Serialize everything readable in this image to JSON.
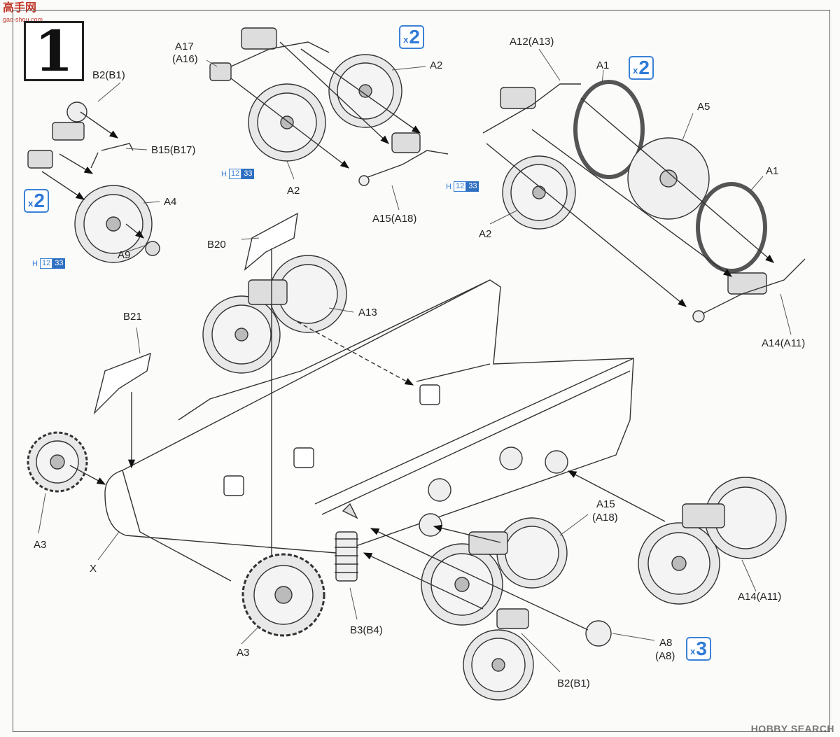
{
  "watermark_top": {
    "brand": "高手网",
    "url": "gao-shou.com"
  },
  "watermark_bottom": "HOBBY SEARCH",
  "step_number": "1",
  "labels": {
    "b2_b1_top": "B2(B1)",
    "b15_b17": "B15(B17)",
    "a4": "A4",
    "a9": "A9",
    "a17": "A17",
    "a16": "(A16)",
    "a2_a": "A2",
    "a2_b": "A2",
    "a15_a18_top": "A15(A18)",
    "a12_a13": "A12(A13)",
    "a1_a": "A1",
    "a5": "A5",
    "a1_b": "A1",
    "a2_c": "A2",
    "a14_a11_top": "A14(A11)",
    "b20": "B20",
    "a13": "A13",
    "b21": "B21",
    "a3_left": "A3",
    "x": "X",
    "a3_bottom": "A3",
    "b3_b4": "B3(B4)",
    "a15": "A15",
    "a18": "(A18)",
    "a14_a11_bottom": "A14(A11)",
    "a8": "A8",
    "a8_paren": "(A8)",
    "b2_b1_bottom": "B2(B1)"
  },
  "multipliers": {
    "x2_left": {
      "x": "x",
      "n": "2"
    },
    "x2_top": {
      "x": "x",
      "n": "2"
    },
    "x2_right": {
      "x": "x",
      "n": "2"
    },
    "x3": {
      "x": "x",
      "n": "3"
    }
  },
  "paint_refs": [
    {
      "h": "H",
      "code1": "12",
      "code2": "33"
    },
    {
      "h": "H",
      "code1": "12",
      "code2": "33"
    },
    {
      "h": "H",
      "code1": "12",
      "code2": "33"
    }
  ],
  "colors": {
    "line": "#333333",
    "accent": "#3b82d6",
    "paint_fill": "#2f6fc2"
  }
}
